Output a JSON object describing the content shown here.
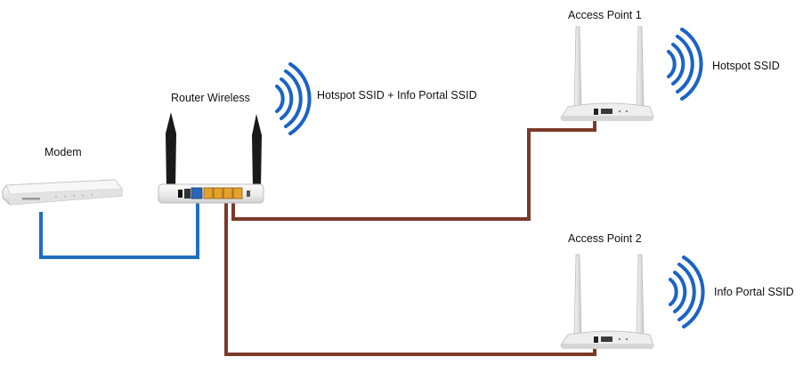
{
  "devices": {
    "modem": {
      "label": "Modem"
    },
    "router": {
      "label": "Router Wireless",
      "ssid": "Hotspot SSID + Info Portal SSID"
    },
    "ap1": {
      "label": "Access Point 1",
      "ssid": "Hotspot SSID"
    },
    "ap2": {
      "label": "Access Point 2",
      "ssid": "Info Portal SSID"
    }
  },
  "colors": {
    "wan_cable": "#1f6fbf",
    "lan_cable": "#7b3a28",
    "wifi_signal": "#1a63c7",
    "device_body": "#ececec",
    "antenna": "#1a1a1a",
    "ap_antenna": "#dedede"
  },
  "icons": [
    "modem-icon",
    "router-icon",
    "access-point-icon",
    "wifi-signal-icon"
  ]
}
